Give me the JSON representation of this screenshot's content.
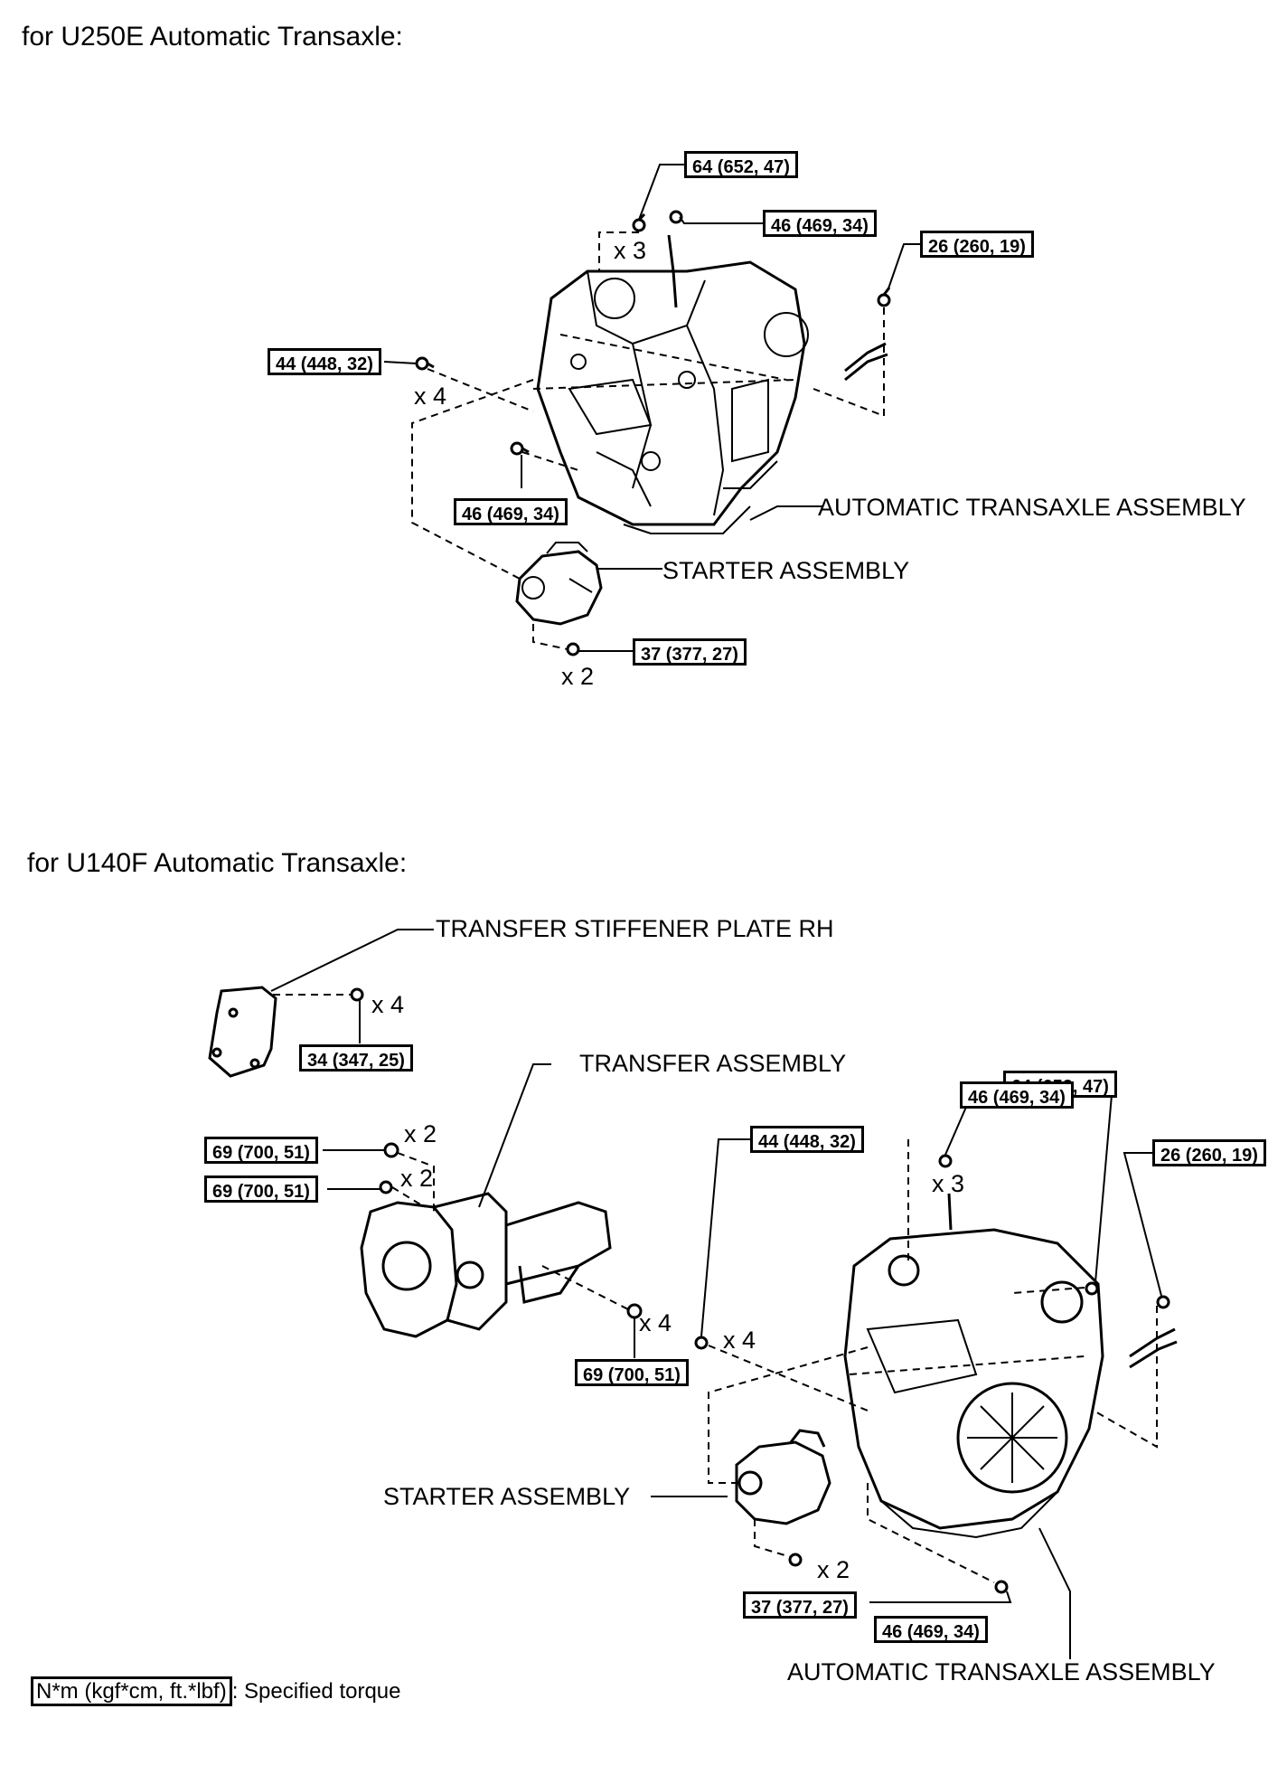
{
  "top": {
    "title": "for U250E Automatic Transaxle:",
    "torques": {
      "t64": "64 (652, 47)",
      "t46a": "46 (469, 34)",
      "t26": "26 (260, 19)",
      "t44": "44 (448, 32)",
      "t46b": "46 (469, 34)",
      "t37": "37 (377, 27)"
    },
    "multipliers": {
      "m3": "x 3",
      "m4": "x 4",
      "m2": "x 2"
    },
    "labels": {
      "transaxle": "AUTOMATIC TRANSAXLE ASSEMBLY",
      "starter": "STARTER ASSEMBLY"
    }
  },
  "bottom": {
    "title": "for U140F Automatic Transaxle:",
    "torques": {
      "t34": "34 (347, 25)",
      "t69a": "69 (700, 51)",
      "t69b": "69 (700, 51)",
      "t69c": "69 (700, 51)",
      "t44": "44 (448, 32)",
      "t64": "64 (652, 47)",
      "t46a": "46 (469, 34)",
      "t26": "26 (260, 19)",
      "t37": "37 (377, 27)",
      "t46b": "46 (469, 34)"
    },
    "multipliers": {
      "m4a": "x 4",
      "m2a": "x 2",
      "m2b": "x 2",
      "m4b": "x 4",
      "m4c": "x 4",
      "m3": "x 3",
      "m2c": "x 2"
    },
    "labels": {
      "stiffener": "TRANSFER STIFFENER PLATE RH",
      "transfer": "TRANSFER ASSEMBLY",
      "starter": "STARTER ASSEMBLY",
      "transaxle": "AUTOMATIC TRANSAXLE ASSEMBLY"
    }
  },
  "legend": {
    "unit_box": "N*m (kgf*cm, ft.*lbf)",
    "text": ": Specified torque"
  }
}
